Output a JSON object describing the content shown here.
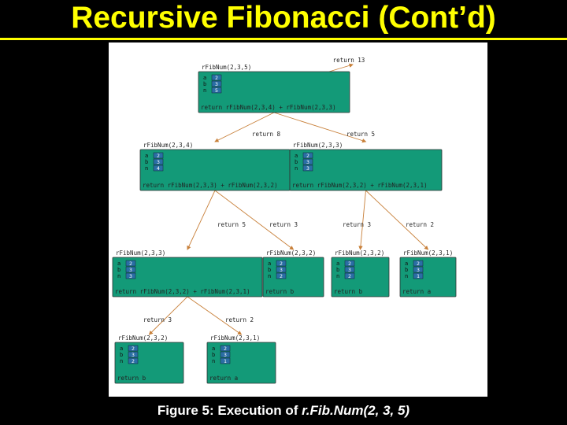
{
  "slide": {
    "title": "Recursive Fibonacci (Cont’d)",
    "caption_prefix": "Figure 5: Execution of ",
    "caption_call": "r.Fib.Num(2, 3, 5)"
  },
  "diagram": {
    "frames": [
      {
        "call": "rFibNum(2,3,5)",
        "a": "2",
        "b": "3",
        "n": "5",
        "ret": "return rFibNum(2,3,4) + rFibNum(2,3,3)"
      },
      {
        "call": "rFibNum(2,3,4)",
        "a": "2",
        "b": "3",
        "n": "4",
        "ret": "return rFibNum(2,3,3) + rFibNum(2,3,2)"
      },
      {
        "call": "rFibNum(2,3,3)",
        "a": "2",
        "b": "3",
        "n": "3",
        "ret": "return rFibNum(2,3,2) + rFibNum(2,3,1)"
      },
      {
        "call": "rFibNum(2,3,3)",
        "a": "2",
        "b": "3",
        "n": "3",
        "ret": "return rFibNum(2,3,2) + rFibNum(2,3,1)"
      },
      {
        "call": "rFibNum(2,3,2)",
        "a": "2",
        "b": "3",
        "n": "2",
        "ret": "return b"
      },
      {
        "call": "rFibNum(2,3,2)",
        "a": "2",
        "b": "3",
        "n": "2",
        "ret": "return b"
      },
      {
        "call": "rFibNum(2,3,1)",
        "a": "2",
        "b": "3",
        "n": "1",
        "ret": "return a"
      },
      {
        "call": "rFibNum(2,3,2)",
        "a": "2",
        "b": "3",
        "n": "2",
        "ret": "return b"
      },
      {
        "call": "rFibNum(2,3,1)",
        "a": "2",
        "b": "3",
        "n": "1",
        "ret": "return a"
      }
    ],
    "returns": [
      "return 13",
      "return 8",
      "return 5",
      "return 5",
      "return 3",
      "return 3",
      "return 2",
      "return 3",
      "return 2"
    ],
    "var_names": [
      "a",
      "b",
      "n"
    ]
  }
}
